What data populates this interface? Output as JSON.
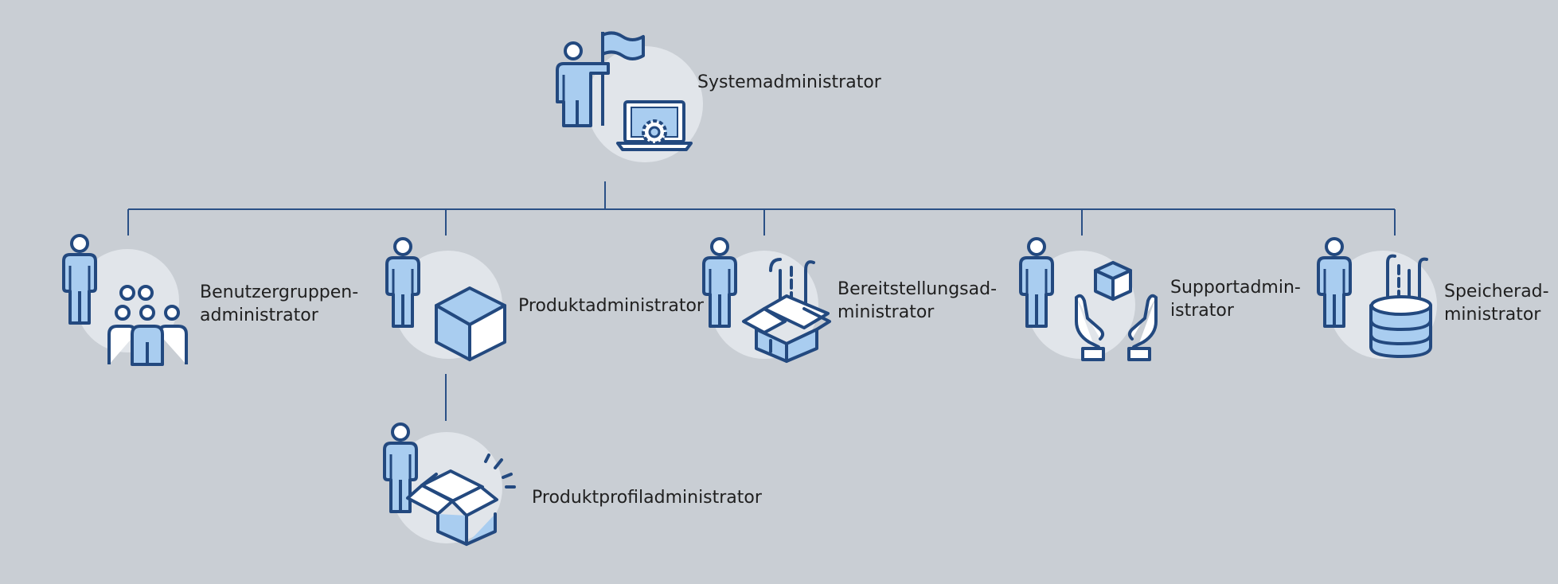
{
  "colors": {
    "background": "#c9ced4",
    "connector": "#2a5086",
    "icon_stroke": "#23497f",
    "icon_fill": "#a9cdf0",
    "halo": "#e1e5ea",
    "text": "#1f1f1f"
  },
  "root": {
    "label": "Systemadministrator",
    "icons": [
      "person-pointing-flag-icon",
      "laptop-gear-icon"
    ]
  },
  "roles": [
    {
      "key": "benutzergruppen",
      "line1": "Benutzergruppen-",
      "line2": "administrator",
      "icon": "user-group-icon"
    },
    {
      "key": "produkt",
      "line1": "Produktadministrator",
      "line2": "",
      "icon": "cube-box-icon"
    },
    {
      "key": "bereitstellung",
      "line1": "Bereitstellungsad-",
      "line2": "ministrator",
      "icon": "open-box-deploy-icon"
    },
    {
      "key": "support",
      "line1": "Supportadmin-",
      "line2": "istrator",
      "icon": "hands-holding-cube-icon"
    },
    {
      "key": "speicher",
      "line1": "Speicherad-",
      "line2": "ministrator",
      "icon": "database-storage-icon"
    }
  ],
  "sub_role": {
    "parent": "produkt",
    "label": "Produktprofiladministrator",
    "icon": "sparkling-open-box-icon"
  }
}
